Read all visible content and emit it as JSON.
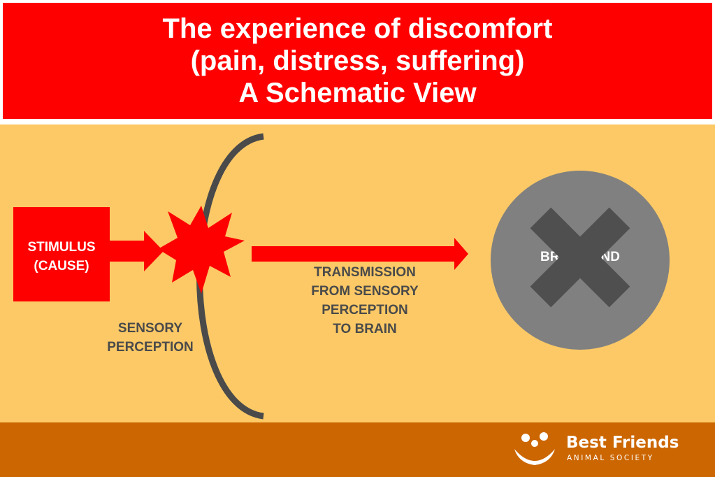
{
  "title": {
    "lines": [
      "The experience of discomfort",
      "(pain, distress, suffering)",
      "A Schematic View"
    ]
  },
  "diagram": {
    "stimulus_label": [
      "STIMULUS",
      "(CAUSE)"
    ],
    "sensory_label": [
      "SENSORY",
      "PERCEPTION"
    ],
    "transmission_label": [
      "TRANSMISSION",
      "FROM SENSORY",
      "PERCEPTION",
      "TO BRAIN"
    ],
    "brain_label": "BRAIN/MIND",
    "brain_crossed_out": true
  },
  "logo": {
    "name": "Best Friends",
    "subtitle": "ANIMAL SOCIETY"
  },
  "colors": {
    "red": "#ff0000",
    "panel": "#fcc966",
    "footer": "#cc6600",
    "gray_circle": "#808080",
    "dark_gray": "#4a4a4a"
  }
}
